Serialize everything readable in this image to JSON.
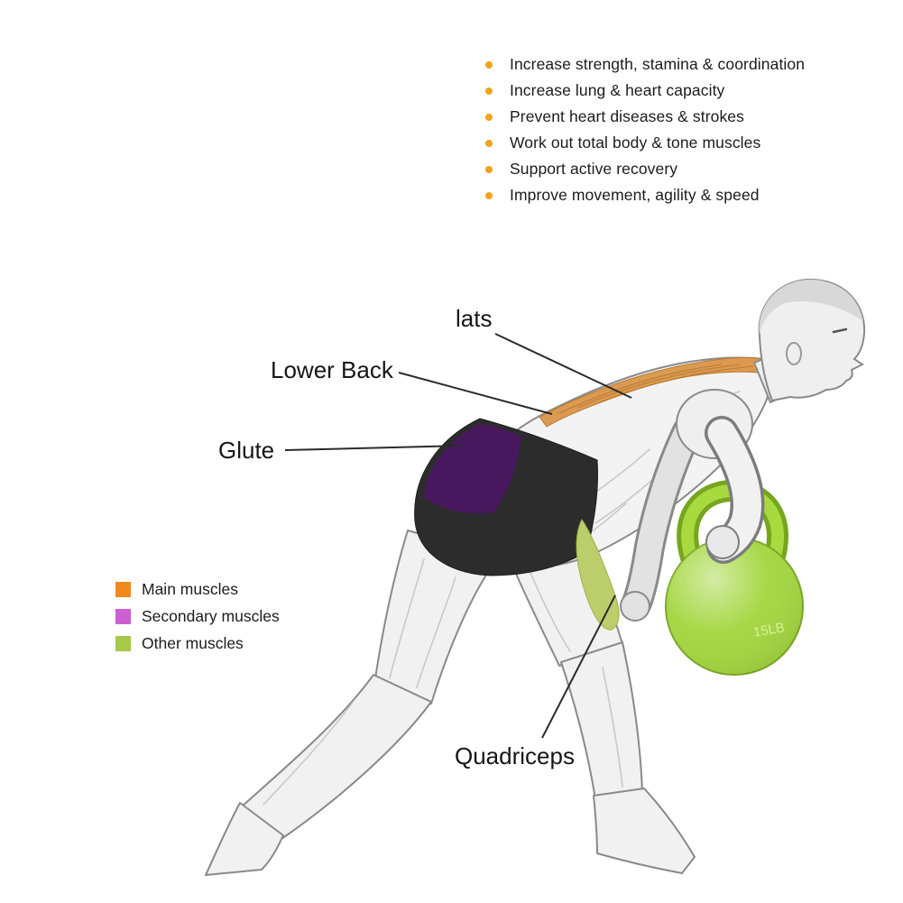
{
  "benefits": {
    "bullet_color": "#F0A41C",
    "items": [
      "Increase strength, stamina & coordination",
      "Increase lung & heart capacity",
      "Prevent heart diseases & strokes",
      "Work out total body & tone muscles",
      "Support active recovery",
      "Improve movement, agility & speed"
    ]
  },
  "muscle_labels": {
    "lats": "lats",
    "lower_back": "Lower Back",
    "glute": "Glute",
    "quadriceps": "Quadriceps"
  },
  "legend": {
    "items": [
      {
        "label": "Main muscles",
        "color": "#F08A1E"
      },
      {
        "label": "Secondary muscles",
        "color": "#CA60D2"
      },
      {
        "label": "Other muscles",
        "color": "#A6C94A"
      }
    ]
  },
  "highlight_colors": {
    "main": "#DC9A50",
    "secondary": "#4A1762",
    "other": "#BCCE6B"
  },
  "kettlebell": {
    "weight_text": "15LB",
    "color": "#9FD435"
  }
}
